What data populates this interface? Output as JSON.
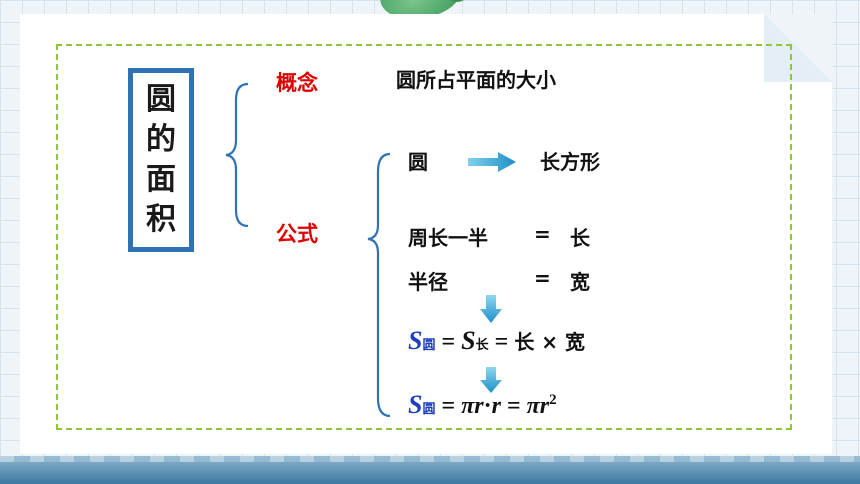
{
  "title": {
    "chars": [
      "圆",
      "的",
      "面",
      "积"
    ]
  },
  "concept": {
    "label": "概念",
    "text": "圆所占平面的大小"
  },
  "formula_section": {
    "label": "公式",
    "transform_from": "圆",
    "transform_to": "长方形",
    "rows": [
      {
        "left": "周长一半",
        "eq": "=",
        "right": "长"
      },
      {
        "left": "半径",
        "eq": "=",
        "right": "宽"
      }
    ],
    "area_formula": {
      "s": "S",
      "sub_circle": "圆",
      "eq1": "=",
      "sub_rect": "长",
      "eq2": "=",
      "rhs": "长 × 宽"
    },
    "final_formula": {
      "s": "S",
      "sub_circle": "圆",
      "eq1": "=",
      "pi1": "π",
      "r1": "r",
      "dot": "·",
      "r2": "r",
      "eq2": "=",
      "pi2": "π",
      "r3": "r",
      "exp": "2"
    }
  },
  "colors": {
    "title_border": "#2f73b5",
    "label_red": "#e00000",
    "symbol_blue": "#1f3fbf",
    "arrow_blue": "#2aa7d8",
    "dashed_border": "#8dc63f"
  }
}
